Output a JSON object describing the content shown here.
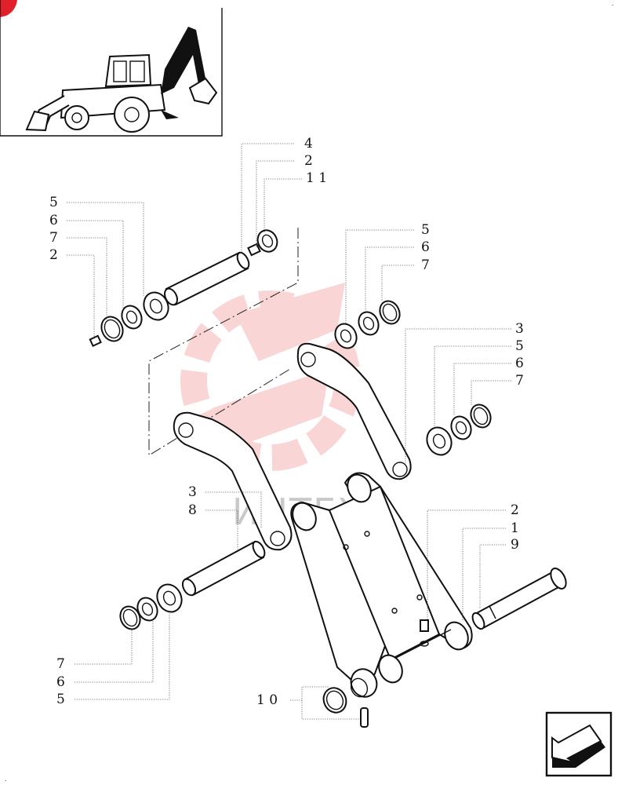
{
  "watermark": {
    "text": "ИНТЕХ",
    "color": "#f6b3b3"
  },
  "corner_badge_color": "#e0202a",
  "nav_icon": "next-page-arrow-icon",
  "callouts": {
    "c4": "4",
    "c2a": "2",
    "c11": "1 1",
    "c5a": "5",
    "c6a": "6",
    "c7a": "7",
    "c2b": "2",
    "c5b": "5",
    "c6b": "6",
    "c7b": "7",
    "c3a": "3",
    "c5c": "5",
    "c6c": "6",
    "c7c": "7",
    "c3b": "3",
    "c8": "8",
    "c2c": "2",
    "c1": "1",
    "c9": "9",
    "c7d": "7",
    "c6d": "6",
    "c5d": "5",
    "c10": "1 0"
  }
}
